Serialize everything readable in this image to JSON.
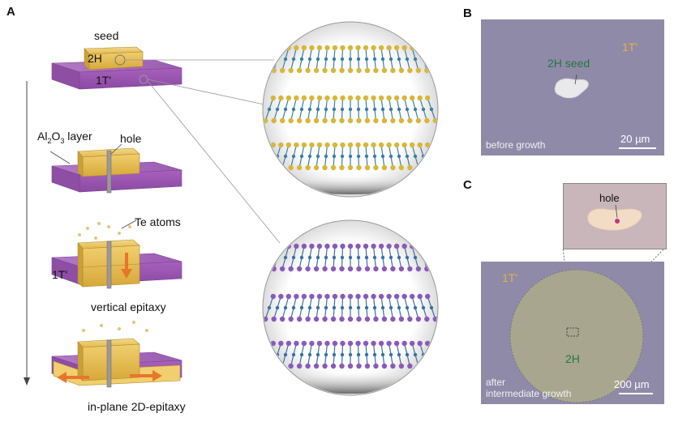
{
  "panels": {
    "A": {
      "letter": "A",
      "seed_label": "seed",
      "seed_phase": "2H",
      "substrate_phase": "1T'",
      "al2o3_prefix": "Al",
      "al2o3_sub1": "2",
      "al2o3_mid": "O",
      "al2o3_sub2": "3",
      "al2o3_suffix": " layer",
      "hole_label": "hole",
      "te_label": "Te atoms",
      "substrate_phase_2": "1T'",
      "vertical_label": "vertical epitaxy",
      "inplane_label": "in-plane 2D-epitaxy"
    },
    "B": {
      "letter": "B",
      "phase_1t": "1T'",
      "seed_label": "2H seed",
      "caption": "before growth",
      "scale": "20 µm"
    },
    "C": {
      "letter": "C",
      "hole_label": "hole",
      "phase_1t": "1T'",
      "phase_2h": "2H",
      "caption_line1": "after",
      "caption_line2": "intermediate growth",
      "scale": "200 µm"
    }
  },
  "colors": {
    "gold": "#e8c25a",
    "purple": "#a35fb8",
    "micrograph_bg": "#8f86a8",
    "green_label": "#1f7a3a",
    "orange_arrow": "#e8762a",
    "yellow_label": "#e6b23a"
  }
}
